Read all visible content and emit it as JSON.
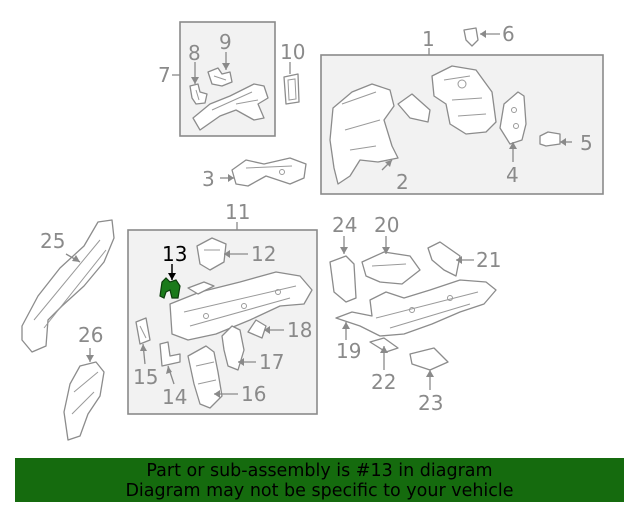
{
  "diagram": {
    "labels": {
      "l1": "1",
      "l2": "2",
      "l3": "3",
      "l4": "4",
      "l5": "5",
      "l6": "6",
      "l7": "7",
      "l8": "8",
      "l9": "9",
      "l10": "10",
      "l11": "11",
      "l12": "12",
      "l13": "13",
      "l14": "14",
      "l15": "15",
      "l16": "16",
      "l17": "17",
      "l18": "18",
      "l19": "19",
      "l20": "20",
      "l21": "21",
      "l22": "22",
      "l23": "23",
      "l24": "24",
      "l25": "25",
      "l26": "26"
    },
    "highlight_part": "13",
    "highlight_color": "#1a7a1a"
  },
  "footer": {
    "line1": "Part or sub-assembly is #13 in diagram",
    "line2": "Diagram may not be specific to your vehicle",
    "background": "#156b0e"
  }
}
